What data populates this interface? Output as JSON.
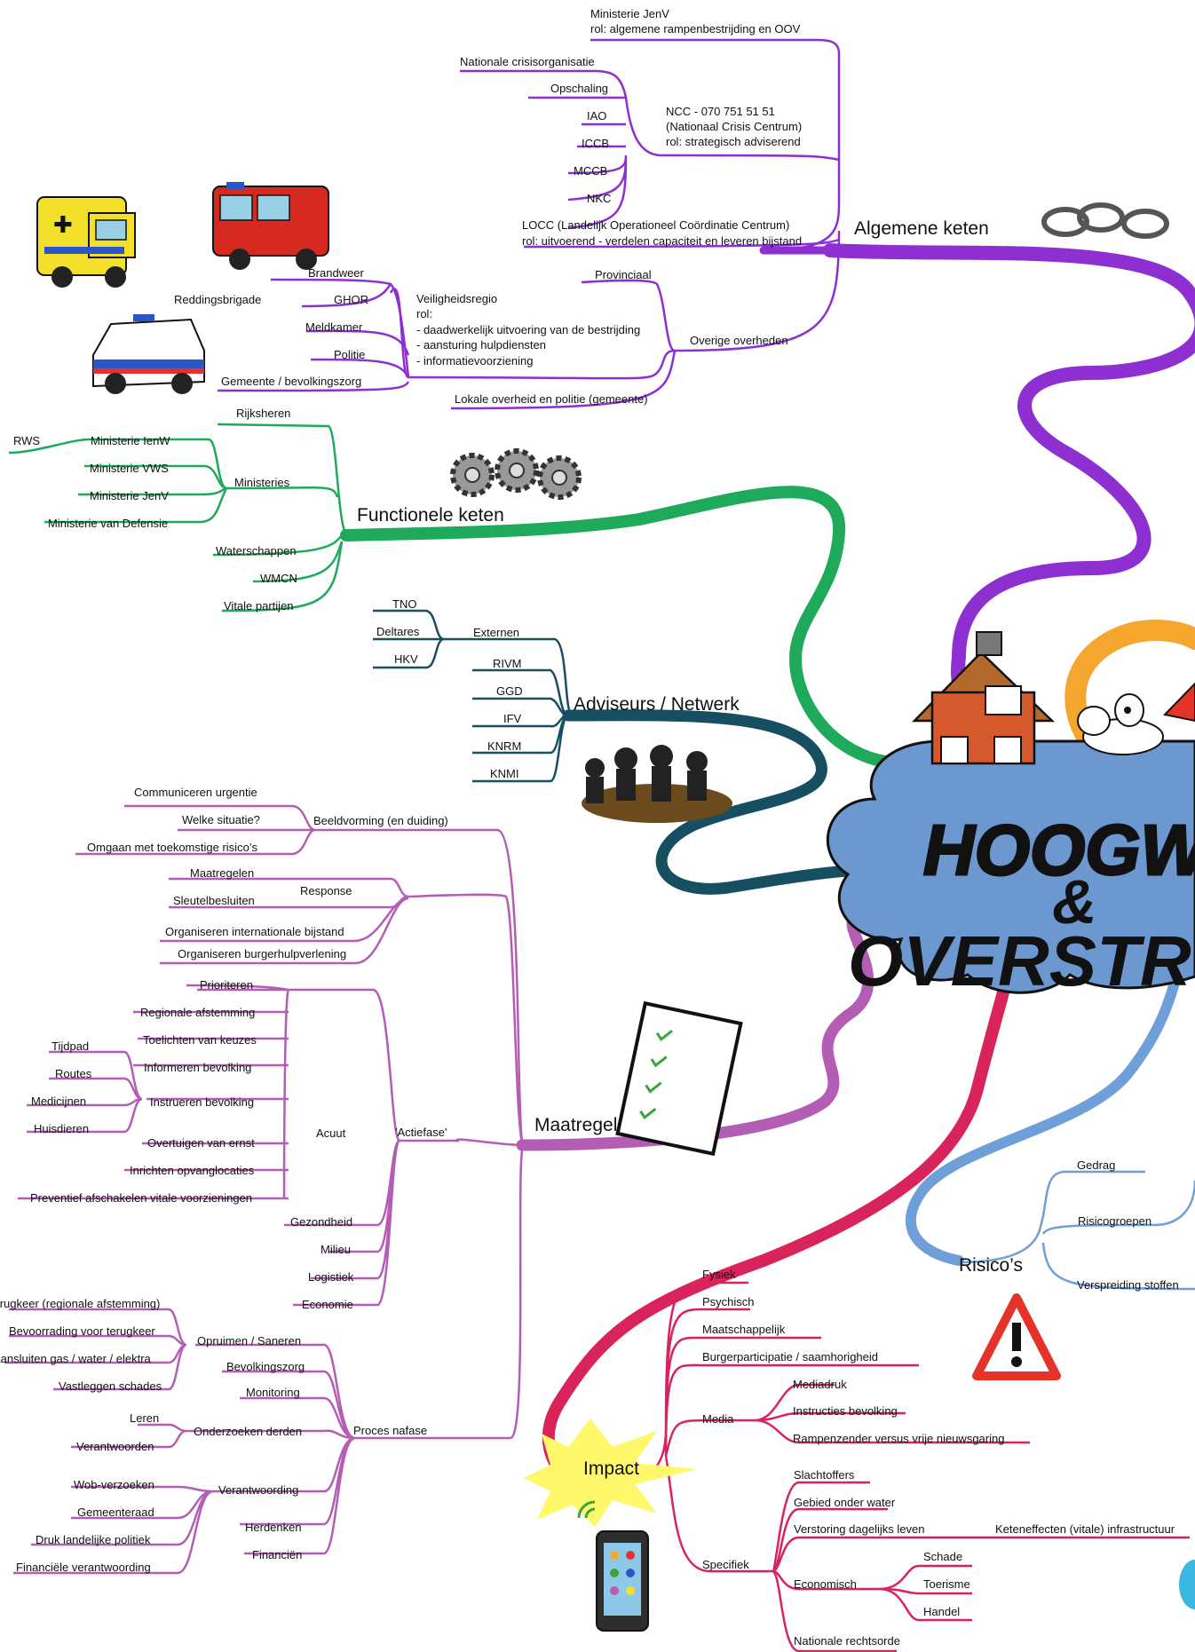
{
  "colors": {
    "algemeen": "#8e2fd1",
    "functioneel": "#1eaa5a",
    "adviseurs": "#174f62",
    "maatregelen": "#b35db4",
    "impact": "#d8245a",
    "risicos": "#6f9fd8",
    "cloud": "#6c97cf",
    "accent_orange": "#f4a62e",
    "accent_red": "#e6332a"
  },
  "central": {
    "line1": "HOOGWATE",
    "line2": "&",
    "line3": "OVERSTROMIN"
  },
  "icons": [
    "chain-icon",
    "gears-icon",
    "ambulance-icon",
    "fire-truck-icon",
    "police-car-icon",
    "people-icon",
    "clipboard-icon",
    "warning-icon",
    "phone-icon",
    "house-icon",
    "cow-icon"
  ],
  "branches": {
    "algemeen": {
      "title": "Algemene keten",
      "jenv": [
        "Ministerie JenV",
        "rol: algemene rampenbestrijding en OOV"
      ],
      "ncc": [
        "NCC - 070 751 51 51",
        "(Nationaal Crisis Centrum)",
        "rol: strategisch adviserend"
      ],
      "ncc_items": [
        "Nationale crisisorganisatie",
        "Opschaling",
        "IAO",
        "ICCB",
        "MCCB",
        "NKC"
      ],
      "locc": [
        "LOCC (Landelijk Operationeel Coördinatie Centrum)",
        "rol: uitvoerend - verdelen capaciteit en leveren bijstand"
      ],
      "overige": "Overige overheden",
      "provinciaal": "Provinciaal",
      "veiligheidsregio": [
        "Veiligheidsregio",
        "rol:",
        "- daadwerkelijk uitvoering van de bestrijding",
        "- aansturing hulpdiensten",
        "- informatievoorziening"
      ],
      "vr_items": [
        "Brandweer",
        "GHOR",
        "Meldkamer",
        "Politie",
        "Gemeente / bevolkingszorg"
      ],
      "reddingsbrigade": "Reddingsbrigade",
      "lokaal": "Lokale overheid en politie (gemeente)"
    },
    "functioneel": {
      "title": "Functionele keten",
      "rijksheren": "Rijksheren",
      "ministeries": "Ministeries",
      "min_items": [
        "Ministerie IenW",
        "Ministerie VWS",
        "Ministerie JenV",
        "Ministerie van Defensie"
      ],
      "rws": "RWS",
      "others": [
        "Waterschappen",
        "WMCN",
        "Vitale partijen"
      ]
    },
    "adviseurs": {
      "title": "Adviseurs / Netwerk",
      "externen": "Externen",
      "ext_items": [
        "TNO",
        "Deltares",
        "HKV"
      ],
      "items": [
        "RIVM",
        "GGD",
        "IFV",
        "KNRM",
        "KNMI"
      ]
    },
    "maatregelen": {
      "title": "Maatregelen",
      "beeld": "Beeldvorming (en duiding)",
      "beeld_items": [
        "Communiceren urgentie",
        "Welke situatie?",
        "Omgaan met toekomstige risico’s"
      ],
      "response": "Response",
      "response_items": [
        "Maatregelen",
        "Sleutelbesluiten"
      ],
      "org_items": [
        "Organiseren internationale bijstand",
        "Organiseren burgerhulpverlening"
      ],
      "actiefase": "'Actiefase'",
      "acuut": "Acuut",
      "acuut_items": [
        "Prioriteren",
        "Regionale afstemming",
        "Toelichten van keuzes",
        "Informeren bevolking",
        "Instrueren bevolking",
        "Overtuigen van ernst",
        "Inrichten opvanglocaties",
        "Preventief afschakelen vitale voorzieningen"
      ],
      "instrueren_items": [
        "Tijdpad",
        "Routes",
        "Medicijnen",
        "Huisdieren"
      ],
      "other_acuut": [
        "Gezondheid",
        "Milieu",
        "Logistiek",
        "Economie"
      ],
      "nafase": "Proces nafase",
      "opruimen": "Opruimen / Saneren",
      "opruimen_items": [
        "Terugkeer (regionale afstemming)",
        "Bevoorrading voor terugkeer",
        "Aansluiten gas / water / elektra",
        "Vastleggen schades"
      ],
      "nafase_items": [
        "Bevolkingszorg",
        "Monitoring"
      ],
      "onderzoeken": "Onderzoeken derden",
      "onderzoeken_items": [
        "Leren",
        "Verantwoorden"
      ],
      "verantwoording": "Verantwoording",
      "verantwoording_items": [
        "Wob-verzoeken",
        "Gemeenteraad",
        "Druk landelijke politiek",
        "Financiële verantwoording"
      ],
      "herdenken": "Herdenken",
      "financien": "Financiën"
    },
    "risicos": {
      "title": "Risico’s",
      "items": [
        "Gedrag",
        "Risicogroepen",
        "Verspreiding stoffen"
      ]
    },
    "impact": {
      "title": "Impact",
      "items": [
        "Fysiek",
        "Psychisch",
        "Maatschappelijk",
        "Burgerparticipatie / saamhorigheid"
      ],
      "media": "Media",
      "media_items": [
        "Mediadruk",
        "Instructies bevolking",
        "Rampenzender versus vrije nieuwsgaring"
      ],
      "specifiek": "Specifiek",
      "specifiek_items": [
        "Slachtoffers",
        "Gebied onder water",
        "Verstoring dagelijks leven",
        "Economisch",
        "Nationale rechtsorde"
      ],
      "keteneffecten": "Keteneffecten (vitale) infrastructuur",
      "economisch_items": [
        "Schade",
        "Toerisme",
        "Handel"
      ]
    }
  }
}
